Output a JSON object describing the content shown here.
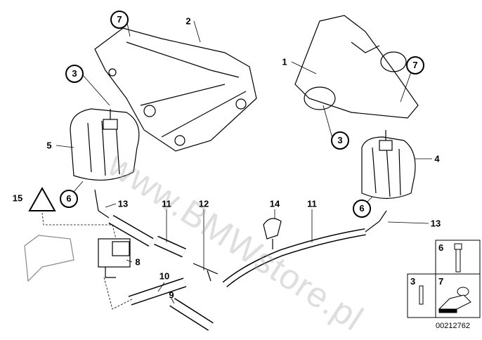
{
  "diagram": {
    "watermark": "www.BMWstore.pl",
    "document_number": "00212762",
    "callouts": {
      "c7a": "7",
      "c2": "2",
      "c3a": "3",
      "c5": "5",
      "c6a": "6",
      "c1": "1",
      "c7b": "7",
      "c3b": "3",
      "c4": "4",
      "c6b": "6",
      "c15": "15",
      "c13a": "13",
      "c11a": "11",
      "c12": "12",
      "c14": "14",
      "c11b": "11",
      "c13b": "13",
      "c8": "8",
      "c10": "10",
      "c9": "9"
    },
    "legend_box": {
      "bolt": "6",
      "stud": "3",
      "nut": "7"
    }
  }
}
